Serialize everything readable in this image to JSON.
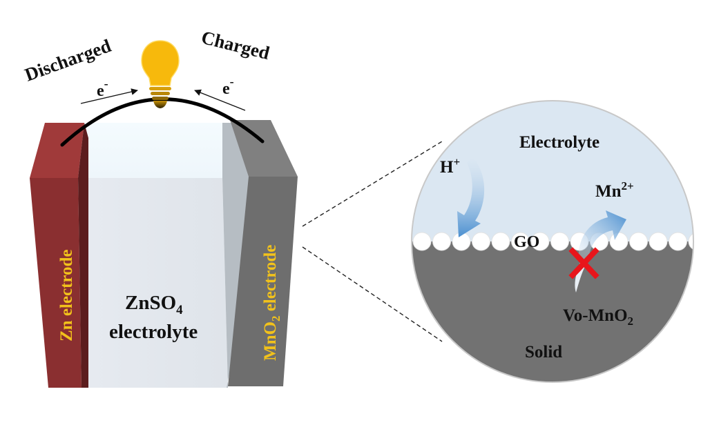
{
  "cell": {
    "discharged_label": "Discharged",
    "charged_label": "Charged",
    "electron_left": "e",
    "electron_right": "e",
    "electron_superscript": "-",
    "zn_electrode_label": "Zn electrode",
    "mno2_electrode_prefix": "MnO",
    "mno2_electrode_subscript": "2",
    "mno2_electrode_suffix": " electrode",
    "electrolyte_formula_main": "ZnSO",
    "electrolyte_formula_subscript": "4",
    "electrolyte_label": "electrolyte"
  },
  "zoom_view": {
    "electrolyte_label": "Electrolyte",
    "proton_label": "H",
    "proton_charge": "+",
    "mn_ion_label": "Mn",
    "mn_ion_charge": "2+",
    "interface_label": "GO",
    "cathode_label_prefix": "Vo-MnO",
    "cathode_label_subscript": "2",
    "solid_label": "Solid"
  },
  "colors": {
    "zn_electrode": "#8a2f30",
    "mno2_electrode": "#6e6e6e",
    "electrolyte": "#e3e8ee",
    "bulb": "#f7b90c",
    "label_gold": "#f2c21b",
    "zoom_electrolyte": "#dbe7f2",
    "zoom_solid": "#727272",
    "ion_arrow": "#4a8fd0",
    "block_cross": "#e8151b"
  }
}
